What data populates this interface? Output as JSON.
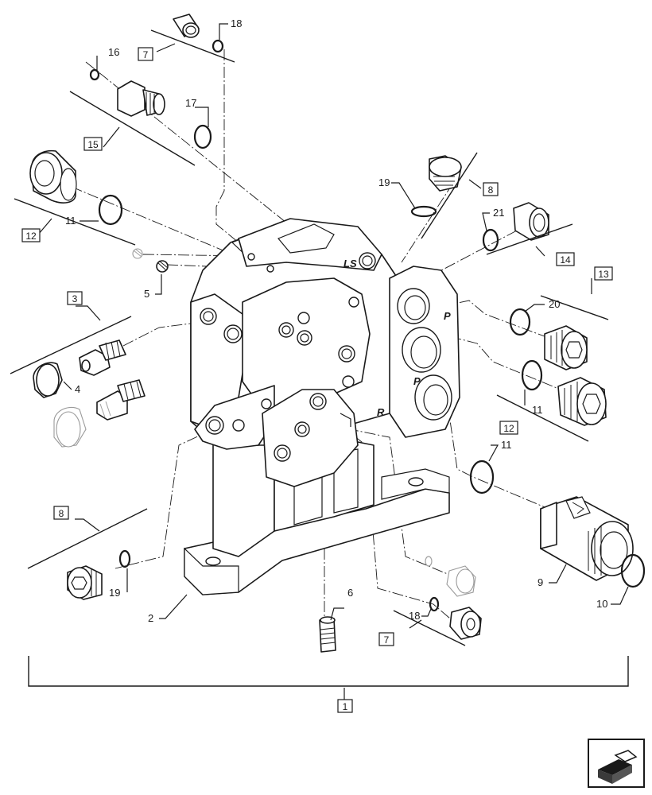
{
  "callouts": {
    "c16": "16",
    "c18a": "18",
    "c17": "17",
    "c11a": "11",
    "c5": "5",
    "c19a": "19",
    "c21": "21",
    "c20": "20",
    "c11b": "11",
    "c11c": "11",
    "c4": "4",
    "c6": "6",
    "c2": "2",
    "c9": "9",
    "c10": "10",
    "c19b": "19",
    "c18b": "18"
  },
  "boxes": {
    "b7a": "7",
    "b15": "15",
    "b12a": "12",
    "b3": "3",
    "b8a": "8",
    "b14": "14",
    "b13": "13",
    "b12b": "12",
    "b8b": "8",
    "b7b": "7",
    "b1": "1"
  },
  "port_marks": {
    "ls": "LS",
    "p_upper": "P",
    "p_lower": "P",
    "r": "R"
  },
  "icons": {
    "nav": "next-page-arrow-icon"
  }
}
